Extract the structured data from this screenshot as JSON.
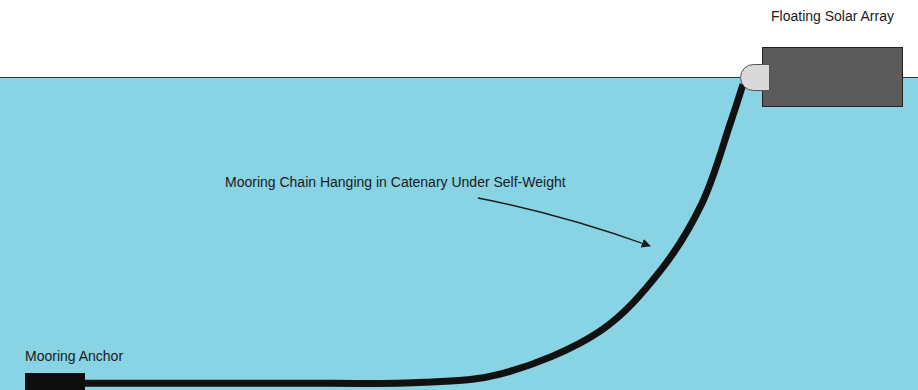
{
  "diagram": {
    "nodes": [
      {
        "text": [
          "Floating Solar Array"
        ]
      },
      {
        "text": [
          "Mooring Anchor"
        ]
      }
    ],
    "edges": [
      {
        "from": 1,
        "to": 0,
        "arrow": "none"
      }
    ],
    "labels": [
      "Mooring Chain Hanging in Catenary Under Self-Weight"
    ]
  }
}
